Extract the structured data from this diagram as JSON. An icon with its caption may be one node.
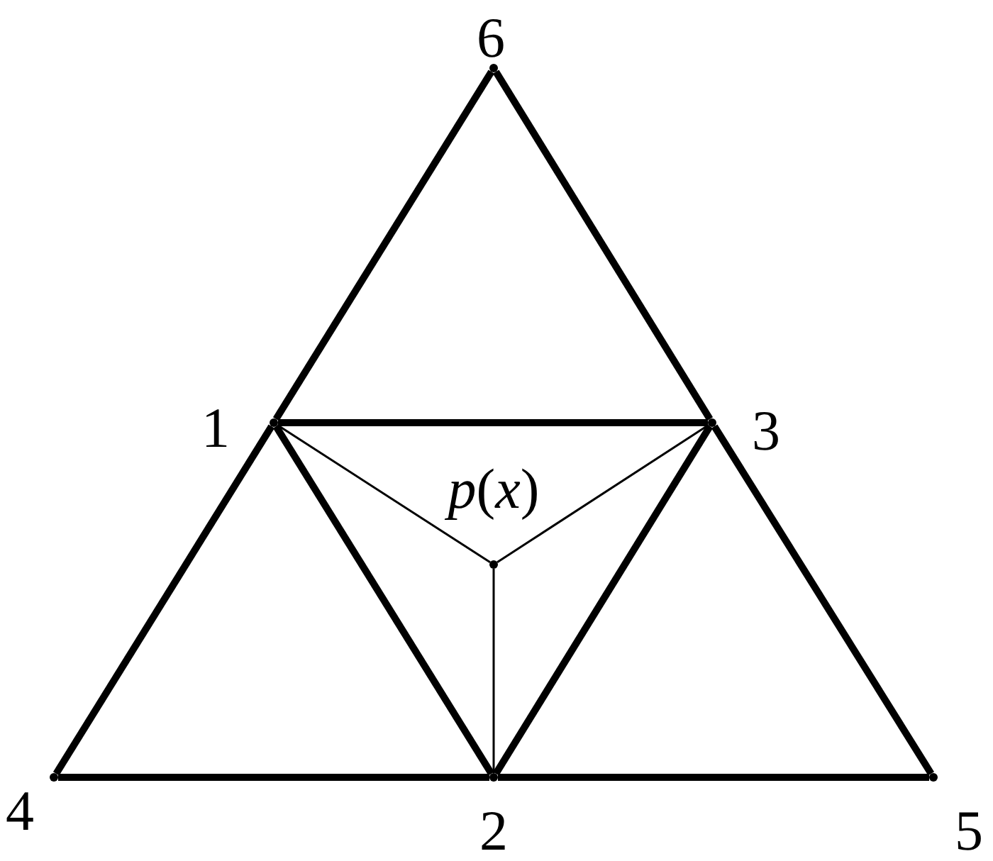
{
  "diagram": {
    "nodes": [
      {
        "text": [],
        "shape": "point",
        "beside": [
          "6"
        ]
      },
      {
        "text": [],
        "shape": "point",
        "beside": [
          "1"
        ]
      },
      {
        "text": [],
        "shape": "point",
        "beside": [
          "3"
        ]
      },
      {
        "text": [],
        "shape": "point",
        "beside": [
          "*p*(*x*)"
        ]
      },
      {
        "text": [],
        "shape": "point",
        "beside": [
          "4"
        ]
      },
      {
        "text": [],
        "shape": "point",
        "beside": [
          "2"
        ]
      },
      {
        "text": [],
        "shape": "point",
        "beside": [
          "5"
        ]
      }
    ],
    "edges": [
      {
        "from": 0,
        "to": 1,
        "arrow": "none"
      },
      {
        "from": 1,
        "to": 4,
        "arrow": "none"
      },
      {
        "from": 0,
        "to": 2,
        "arrow": "none"
      },
      {
        "from": 2,
        "to": 6,
        "arrow": "none"
      },
      {
        "from": 1,
        "to": 2,
        "arrow": "none"
      },
      {
        "from": 1,
        "to": 3,
        "arrow": "none"
      },
      {
        "from": 2,
        "to": 3,
        "arrow": "none"
      },
      {
        "from": 3,
        "to": 5,
        "arrow": "none"
      },
      {
        "from": 1,
        "to": 5,
        "arrow": "none"
      },
      {
        "from": 2,
        "to": 5,
        "arrow": "none"
      },
      {
        "from": 4,
        "to": 5,
        "arrow": "none"
      },
      {
        "from": 5,
        "to": 6,
        "arrow": "none"
      }
    ]
  }
}
